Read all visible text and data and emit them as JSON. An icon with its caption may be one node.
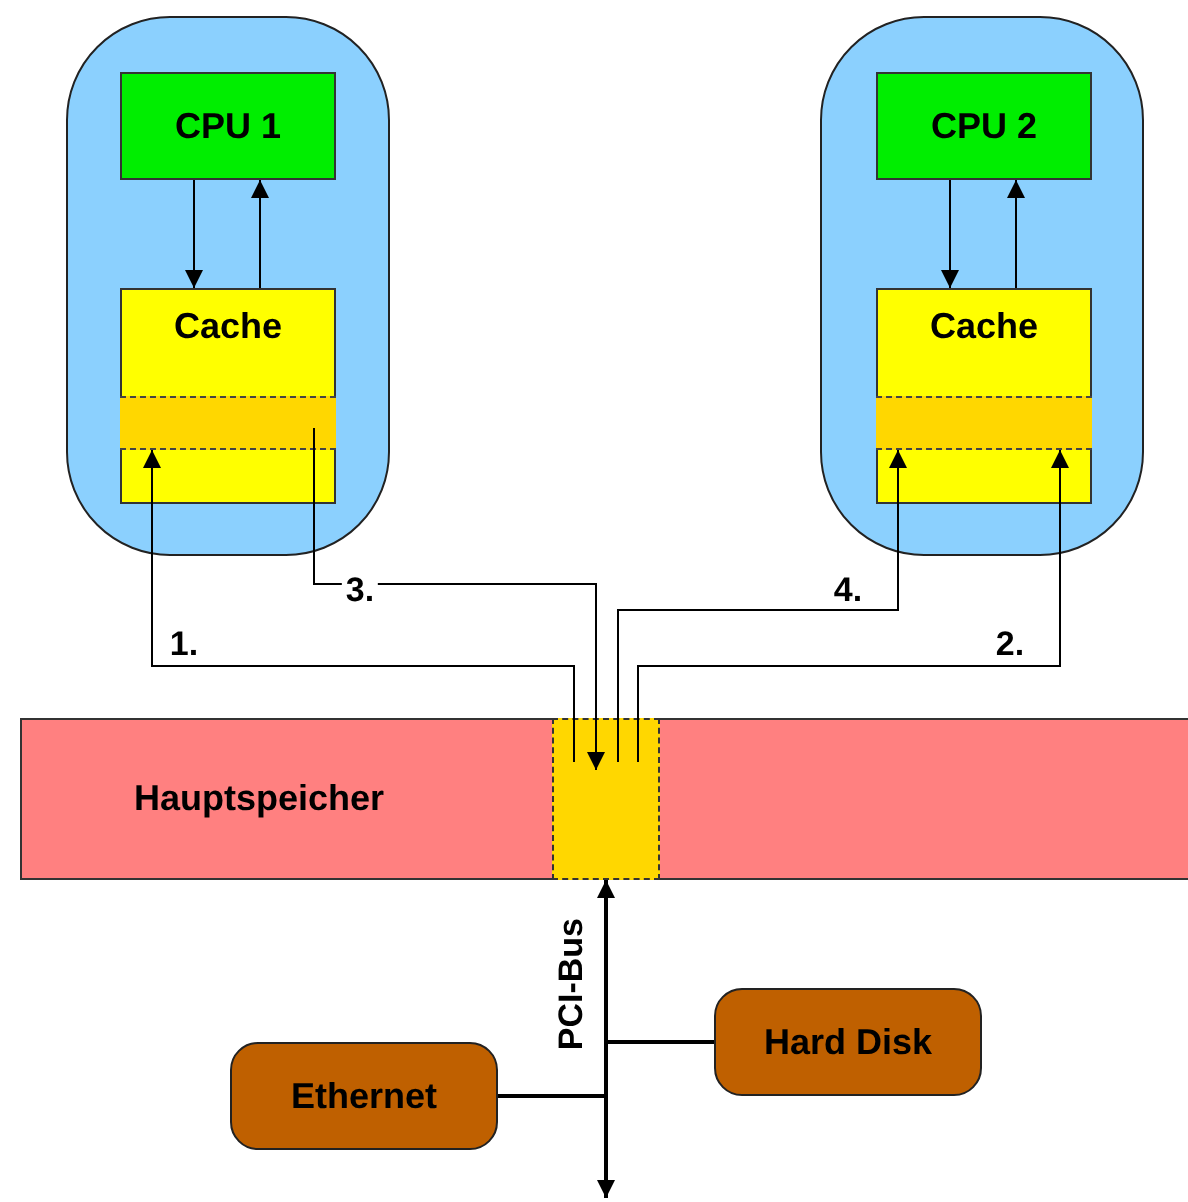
{
  "diagram": {
    "nodes": [
      {
        "text": [],
        "shape": "box"
      },
      {
        "text": [
          "CPU 1"
        ],
        "in": 0
      },
      {
        "text": [
          "Cache"
        ],
        "in": 0
      },
      {
        "text": [],
        "shape": "bar",
        "in": 2
      },
      {
        "text": [],
        "shape": "box"
      },
      {
        "text": [
          "CPU 2"
        ],
        "in": 4
      },
      {
        "text": [
          "Cache"
        ],
        "in": 4
      },
      {
        "text": [],
        "shape": "bar",
        "in": 6
      },
      {
        "text": [
          "Hauptspeicher"
        ]
      },
      {
        "text": [],
        "shape": "box",
        "in": 8
      },
      {
        "text": [],
        "shape": "bar",
        "beside": [
          "PCI-Bus"
        ]
      },
      {
        "text": [
          "Ethernet"
        ]
      },
      {
        "text": [
          "Hard Disk"
        ]
      }
    ],
    "edges": [
      {
        "from": 1,
        "to": 2,
        "arrow": "to"
      },
      {
        "from": 2,
        "to": 1,
        "arrow": "to"
      },
      {
        "from": 5,
        "to": 6,
        "arrow": "to"
      },
      {
        "from": 6,
        "to": 5,
        "arrow": "to"
      },
      {
        "from": 9,
        "to": 3,
        "arrow": "to",
        "label": "1."
      },
      {
        "from": 3,
        "to": 9,
        "arrow": "to",
        "label": "3."
      },
      {
        "from": 9,
        "to": 7,
        "arrow": "to",
        "label": "4."
      },
      {
        "from": 9,
        "to": 7,
        "arrow": "to",
        "label": "2."
      },
      {
        "from": 10,
        "to": 9,
        "arrow": "to"
      },
      {
        "from": 10,
        "to": null,
        "arrow": "to"
      },
      {
        "from": 11,
        "to": 10,
        "arrow": "none"
      },
      {
        "from": 12,
        "to": 10,
        "arrow": "none"
      }
    ]
  }
}
